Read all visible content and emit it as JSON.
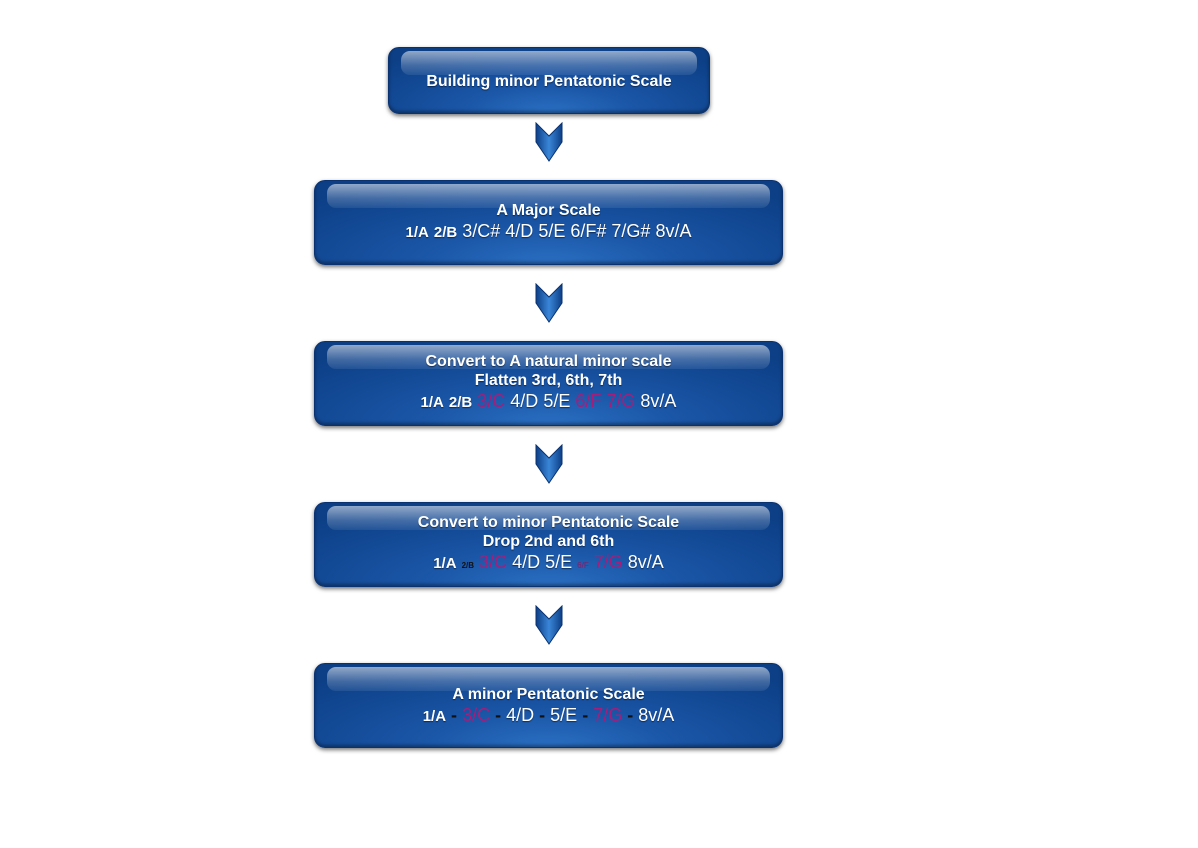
{
  "flow": {
    "step1": {
      "title": "Building minor Pentatonic Scale"
    },
    "step2": {
      "title": "A Major Scale",
      "notes": [
        "1/A",
        "2/B",
        "3/C#",
        "4/D",
        "5/E",
        "6/F#",
        "7/G#",
        "8v/A"
      ]
    },
    "step3": {
      "title": "Convert to A natural minor scale",
      "subtitle": "Flatten 3rd, 6th, 7th",
      "notes": [
        "1/A",
        "2/B",
        "3/C",
        "4/D",
        "5/E",
        "6/F",
        "7/G",
        "8v/A"
      ]
    },
    "step4": {
      "title": "Convert to minor Pentatonic Scale",
      "subtitle": "Drop 2nd and 6th",
      "notes": [
        "1/A",
        "2/B",
        "3/C",
        "4/D",
        "5/E",
        "6/F",
        "7/G",
        "8v/A"
      ]
    },
    "step5": {
      "title": "A minor Pentatonic Scale",
      "notes": [
        "1/A",
        "3/C",
        "4/D",
        "5/E",
        "7/G",
        "8v/A"
      ],
      "separator": "-"
    }
  },
  "colors": {
    "box_fill": "#1a55a6",
    "box_border": "#0a3270",
    "text": "#ffffff",
    "highlight": "#a61d7a",
    "arrow": "#1d5fb4"
  },
  "icons": {
    "connector": "down-chevron-arrow"
  }
}
